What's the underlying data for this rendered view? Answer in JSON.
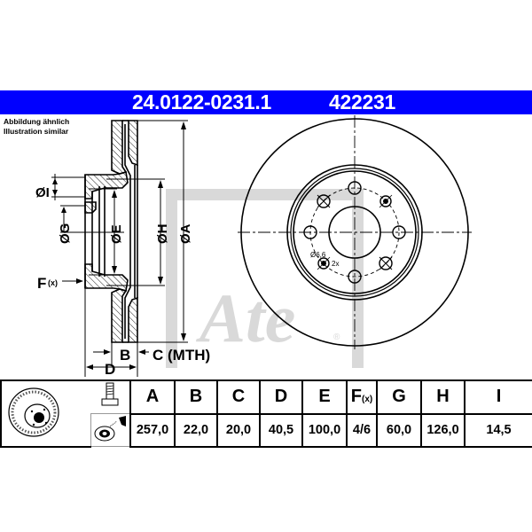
{
  "header": {
    "part_number": "24.0122-0231.1",
    "reference_number": "422231",
    "background_color": "#0000FF",
    "text_color": "#FFFFFF"
  },
  "caption": {
    "line1": "Abbildung ähnlich",
    "line2": "Illustration similar"
  },
  "drawing": {
    "dimension_labels": {
      "I": "ØI",
      "G": "ØG",
      "E": "ØE",
      "H": "ØH",
      "A": "ØA",
      "F": "F",
      "F_sub": "(x)",
      "B": "B",
      "C": "C (MTH)",
      "D": "D"
    },
    "hole_annotation": {
      "diameter": "Ø6,6",
      "count": "2x"
    },
    "watermark": {
      "brand": "Ate",
      "registered": "®",
      "color": "#D9D9D9"
    }
  },
  "spec_table": {
    "icons": [
      "brake-disc-icon",
      "bolt-icon",
      "hub-spray-icon"
    ],
    "columns": [
      {
        "key": "A",
        "label": "A",
        "value": "257,0"
      },
      {
        "key": "B",
        "label": "B",
        "value": "22,0"
      },
      {
        "key": "C",
        "label": "C",
        "value": "20,0"
      },
      {
        "key": "D",
        "label": "D",
        "value": "40,5"
      },
      {
        "key": "E",
        "label": "E",
        "value": "100,0"
      },
      {
        "key": "F",
        "label": "F",
        "sub": "(x)",
        "value": "4/6"
      },
      {
        "key": "G",
        "label": "G",
        "value": "60,0"
      },
      {
        "key": "H",
        "label": "H",
        "value": "126,0"
      },
      {
        "key": "I",
        "label": "I",
        "value": "14,5"
      }
    ]
  }
}
